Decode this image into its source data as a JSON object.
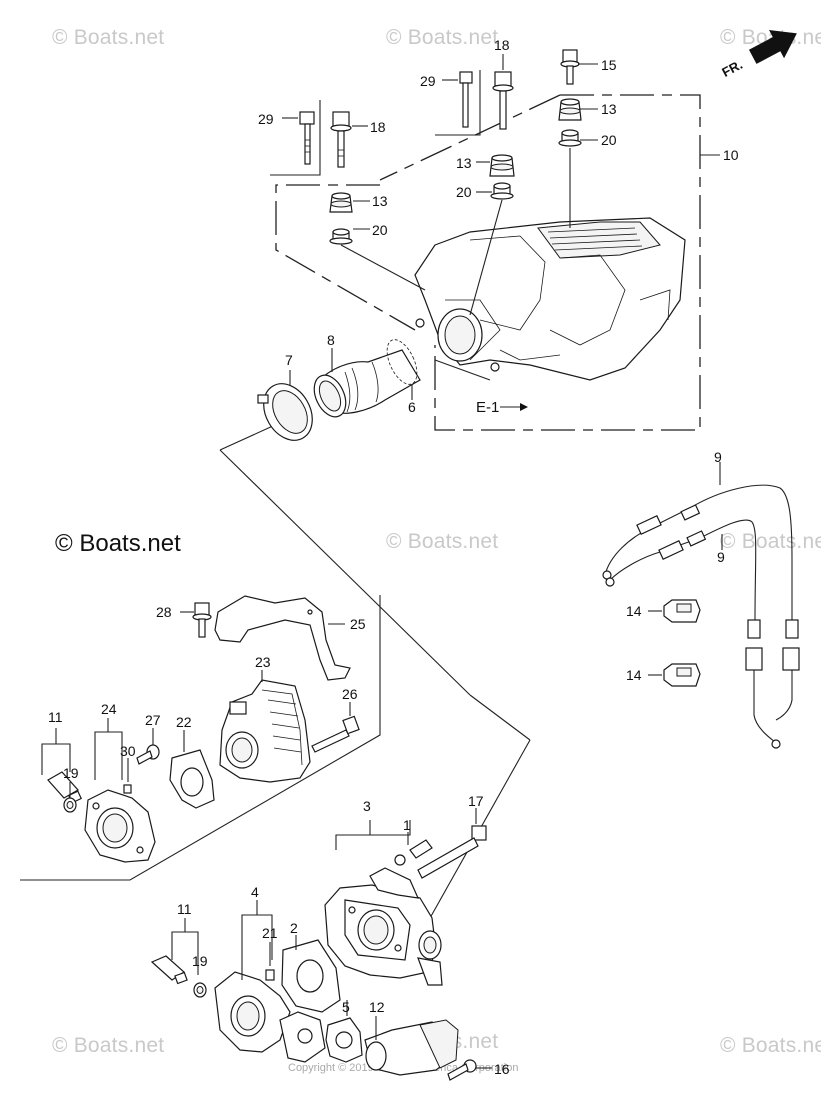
{
  "watermark": {
    "text": "© Boats.net",
    "copyright": "Copyright © 2019 Tohatsu America Corporation"
  },
  "brand_label": "© Boats.net",
  "direction": {
    "label": "FR."
  },
  "callouts": {
    "p1": "1",
    "p2": "2",
    "p3": "3",
    "p4": "4",
    "p5": "5",
    "p6": "6",
    "p7": "7",
    "p8": "8",
    "p9a": "9",
    "p9b": "9",
    "p10": "10",
    "p11a": "11",
    "p11b": "11",
    "p12": "12",
    "p13a": "13",
    "p13b": "13",
    "p13c": "13",
    "p14a": "14",
    "p14b": "14",
    "p15": "15",
    "p16": "16",
    "p17": "17",
    "p18a": "18",
    "p18b": "18",
    "p19a": "19",
    "p19b": "19",
    "p20a": "20",
    "p20b": "20",
    "p20c": "20",
    "p21": "21",
    "p22": "22",
    "p23": "23",
    "p24": "24",
    "p25": "25",
    "p26": "26",
    "p27": "27",
    "p28": "28",
    "p29a": "29",
    "p29b": "29",
    "p30": "30"
  },
  "reference": {
    "e1": "E-1"
  }
}
